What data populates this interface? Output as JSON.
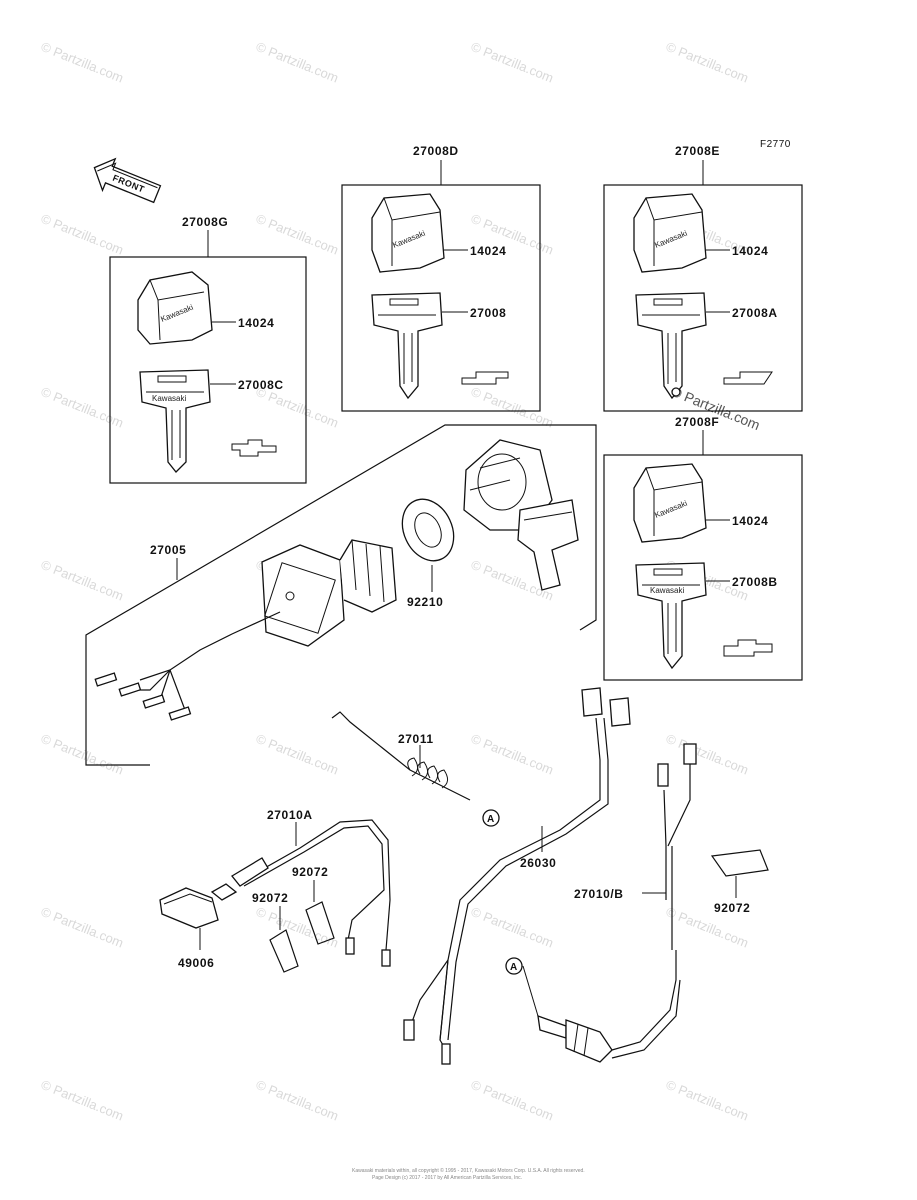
{
  "diagram": {
    "figure_code": "F2770",
    "front_label": "FRONT",
    "brand_text": "Kawasaki",
    "callouts": {
      "c27008G": "27008G",
      "c27008D": "27008D",
      "c27008E": "27008E",
      "c27008F": "27008F",
      "c14024_g": "14024",
      "c27008C": "27008C",
      "c14024_d": "14024",
      "c27008": "27008",
      "c14024_e": "14024",
      "c27008A": "27008A",
      "c14024_f": "14024",
      "c27008B": "27008B",
      "c27005": "27005",
      "c92210": "92210",
      "c27011": "27011",
      "c27010A": "27010A",
      "c92072_a": "92072",
      "c92072_b": "92072",
      "c49006": "49006",
      "c26030": "26030",
      "c27010B": "27010/B",
      "c92072_c": "92072"
    },
    "ref_markers": {
      "a1": "A",
      "a2": "A"
    },
    "watermark": "© Partzilla.com",
    "footer_line1": "Kawasaki materials within, all copyright © 1995 - 2017, Kawasaki Motors Corp. U.S.A. All rights reserved.",
    "footer_line2": "Page Design (c) 2017 - 2017 by All American Partzilla Services, Inc."
  }
}
